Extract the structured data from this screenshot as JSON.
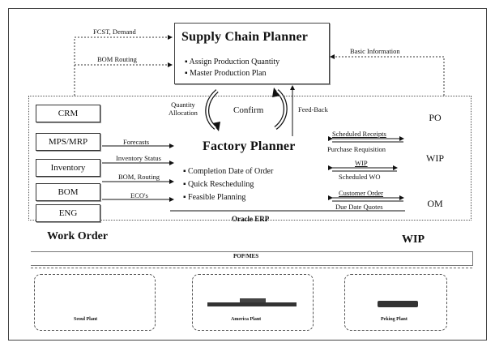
{
  "scp": {
    "title": "Supply Chain Planner",
    "bullets": [
      "Assign Production Quantity",
      "Master Production Plan"
    ]
  },
  "fp": {
    "title": "Factory Planner",
    "bullets": [
      "Completion Date of Order",
      "Quick Rescheduling",
      "Feasible Planning"
    ]
  },
  "labels": {
    "fcst_demand": "FCST, Demand",
    "bom_routing_top": "BOM Routing",
    "basic_information": "Basic Information",
    "quantity_allocation": "Quantity\nAllocation",
    "confirm": "Confirm",
    "feed_back": "Feed-Back",
    "forecasts": "Forecasts",
    "inventory_status": "Inventory Status",
    "bom_routing": "BOM, Routing",
    "ecos": "ECO's",
    "scheduled_receipts": "Scheduled Receipts",
    "purchase_requisition": "Purchase Requisition",
    "wip_flow": "WIP",
    "scheduled_wo": "Scheduled WO",
    "customer_order": "Customer Order",
    "due_date_quotes": "Due Date Quotes",
    "oracle_erp": "Oracle ERP",
    "work_order": "Work Order",
    "wip_bottom": "WIP",
    "pop_mes": "POP/MES"
  },
  "left_modules": [
    "CRM",
    "MPS/MRP",
    "Inventory",
    "BOM",
    "ENG"
  ],
  "right_modules": [
    "PO",
    "WIP",
    "OM"
  ],
  "plants": [
    "Seoul Plant",
    "America Plant",
    "Peking Plant"
  ]
}
